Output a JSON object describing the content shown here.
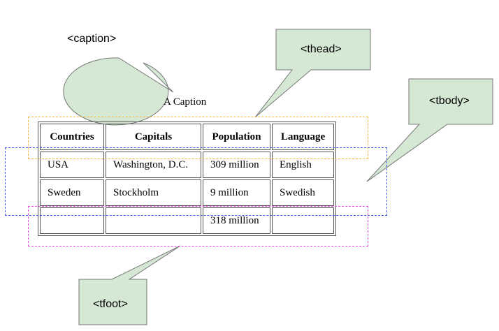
{
  "callouts": {
    "caption": "<caption>",
    "thead": "<thead>",
    "tbody": "<tbody>",
    "tfoot": "<tfoot>"
  },
  "table": {
    "caption": "A Caption",
    "headers": [
      "Countries",
      "Capitals",
      "Population",
      "Language"
    ],
    "body_rows": [
      [
        "USA",
        "Washington, D.C.",
        "309 million",
        "English"
      ],
      [
        "Sweden",
        "Stockholm",
        "9 million",
        "Swedish"
      ]
    ],
    "footer_row": [
      "",
      "",
      "318 million",
      ""
    ]
  },
  "colors": {
    "callout_fill": "#d5e8d4",
    "callout_stroke": "#777777",
    "thead_region": "#f5b942",
    "tbody_region": "#4a5ae8",
    "tfoot_region": "#e84ae8"
  }
}
